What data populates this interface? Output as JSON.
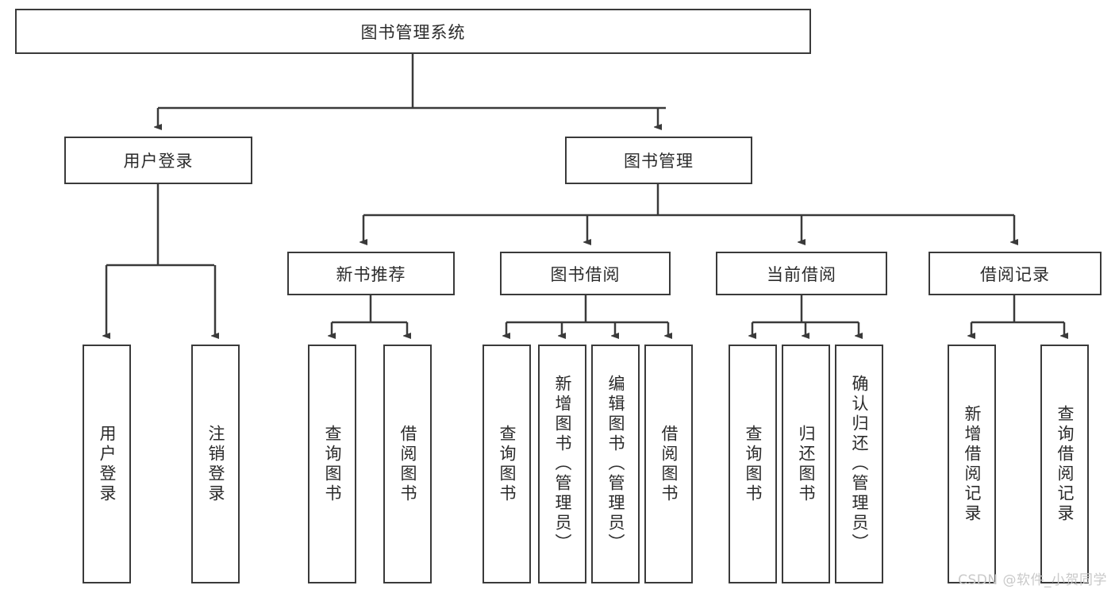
{
  "diagram": {
    "title": "图书管理系统",
    "watermark": "CSDN @软件_小贺同学",
    "root": {
      "label": "图书管理系统"
    },
    "level1": [
      {
        "label": "用户登录"
      },
      {
        "label": "图书管理"
      }
    ],
    "level2": [
      {
        "label": "新书推荐"
      },
      {
        "label": "图书借阅"
      },
      {
        "label": "当前借阅"
      },
      {
        "label": "借阅记录"
      }
    ],
    "leaves": {
      "user_login": [
        {
          "label": "用户登录"
        },
        {
          "label": "注销登录"
        }
      ],
      "new_book_recommend": [
        {
          "label": "查询图书"
        },
        {
          "label": "借阅图书"
        }
      ],
      "book_borrow": [
        {
          "label": "查询图书"
        },
        {
          "label": "新增图书（管理员）"
        },
        {
          "label": "编辑图书（管理员）"
        },
        {
          "label": "借阅图书"
        }
      ],
      "current_borrow": [
        {
          "label": "查询图书"
        },
        {
          "label": "归还图书"
        },
        {
          "label": "确认归还（管理员）"
        }
      ],
      "borrow_record": [
        {
          "label": "新增借阅记录"
        },
        {
          "label": "查询借阅记录"
        }
      ]
    },
    "colors": {
      "stroke": "#3a3a3a",
      "text": "#2b2b2b",
      "background": "#ffffff",
      "watermark": "#c9c9c9"
    }
  }
}
